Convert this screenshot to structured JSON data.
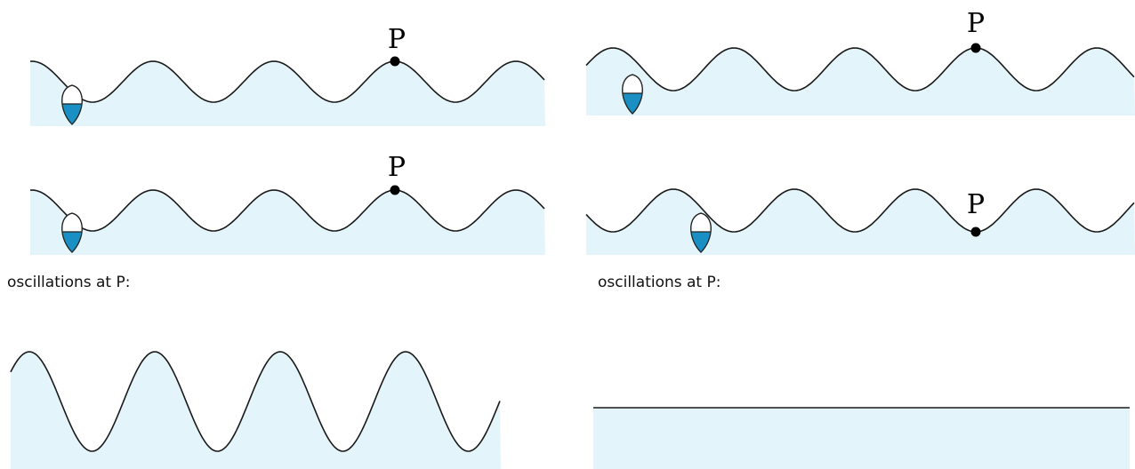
{
  "colors": {
    "water": "#e3f4fa",
    "wave_line": "#1a1a1a",
    "boat_fill": "#1a8fc4",
    "boat_outline": "#222222",
    "point": "#000000"
  },
  "point_label": "P",
  "left_column": {
    "caption": "oscillations at P:",
    "oscillation_pattern": "large amplitude"
  },
  "right_column": {
    "caption": "oscillations at P:",
    "oscillation_pattern": "flat line (no oscillation)"
  }
}
